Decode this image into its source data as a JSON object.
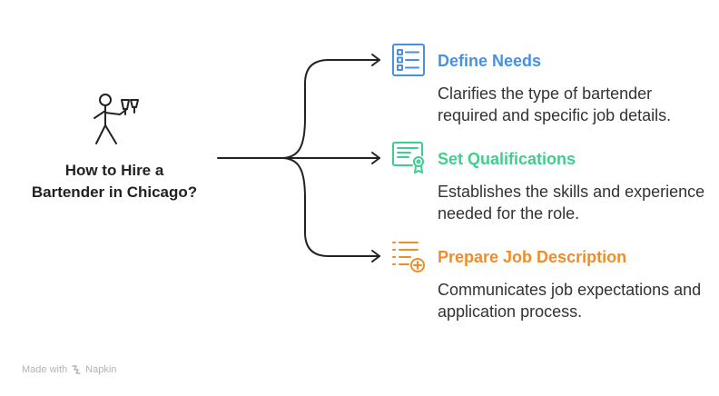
{
  "root": {
    "lines": [
      "How to Hire a",
      "Bartender in Chicago?"
    ],
    "icon": "bartender-serving-drinks-icon"
  },
  "branches": [
    {
      "title": "Define Needs",
      "description": "Clarifies the type of bartender required and specific job details.",
      "color": "#4a90e2",
      "icon": "checklist-icon"
    },
    {
      "title": "Set Qualifications",
      "description": "Establishes the skills and experience needed for the role.",
      "color": "#3ecf8e",
      "icon": "certificate-icon"
    },
    {
      "title": "Prepare Job Description",
      "description": "Communicates job expectations and application process.",
      "color": "#f28c28",
      "icon": "add-list-icon"
    }
  ],
  "footer": {
    "text": "Made with",
    "brand": "Napkin"
  }
}
